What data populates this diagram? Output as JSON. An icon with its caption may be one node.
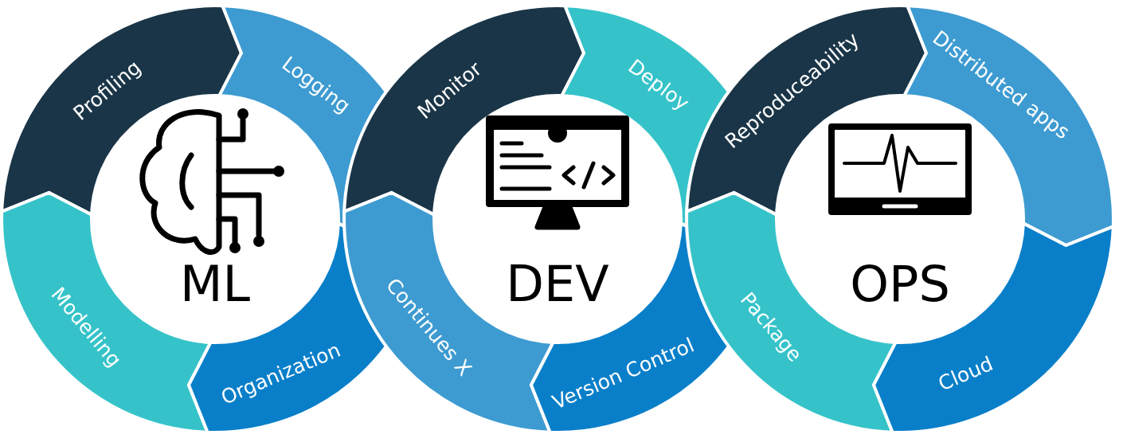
{
  "diagram": {
    "nodes": [
      {
        "text": [
          "Profiling"
        ]
      },
      {
        "text": [
          "Logging"
        ]
      },
      {
        "text": [
          "ML"
        ]
      },
      {
        "text": [
          "Modelling"
        ]
      },
      {
        "text": [
          "Organization"
        ]
      },
      {
        "text": [
          "Monitor"
        ]
      },
      {
        "text": [
          "Deploy"
        ]
      },
      {
        "text": [
          "DEV"
        ]
      },
      {
        "text": [
          "Continues X"
        ]
      },
      {
        "text": [
          "Version Control"
        ]
      },
      {
        "text": [
          "Reproduceability"
        ]
      },
      {
        "text": [
          "Distributed apps"
        ]
      },
      {
        "text": [
          "OPS"
        ]
      },
      {
        "text": [
          "Package"
        ]
      },
      {
        "text": [
          "Cloud"
        ]
      }
    ],
    "edges": []
  }
}
